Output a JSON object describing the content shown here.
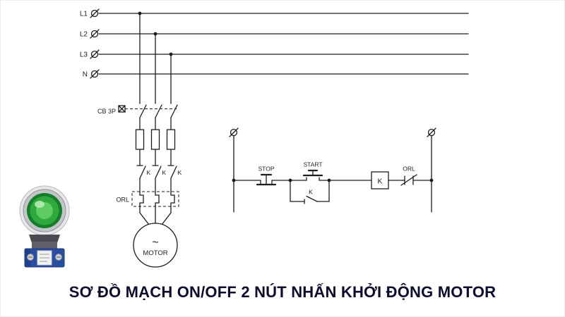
{
  "title": "SƠ ĐỒ MẠCH ON/OFF 2 NÚT NHẤN KHỞI ĐỘNG MOTOR",
  "power_rails": {
    "labels": [
      "L1",
      "L2",
      "L3",
      "N"
    ]
  },
  "power_circuit": {
    "breaker_label": "CB 3P",
    "contactor_contacts": [
      "K",
      "K",
      "K"
    ],
    "overload_label": "ORL",
    "motor_wave_symbol": "~",
    "motor_label": "MOTOR"
  },
  "control_circuit": {
    "stop_label": "STOP",
    "start_label": "START",
    "aux_contact_label": "K",
    "coil_label": "K",
    "overload_contact_label": "ORL"
  },
  "colors": {
    "wire": "#1c1c1c",
    "title_text": "#0c0c2c",
    "button_green": "#2fa83e",
    "button_base_blue": "#2b4da0"
  }
}
